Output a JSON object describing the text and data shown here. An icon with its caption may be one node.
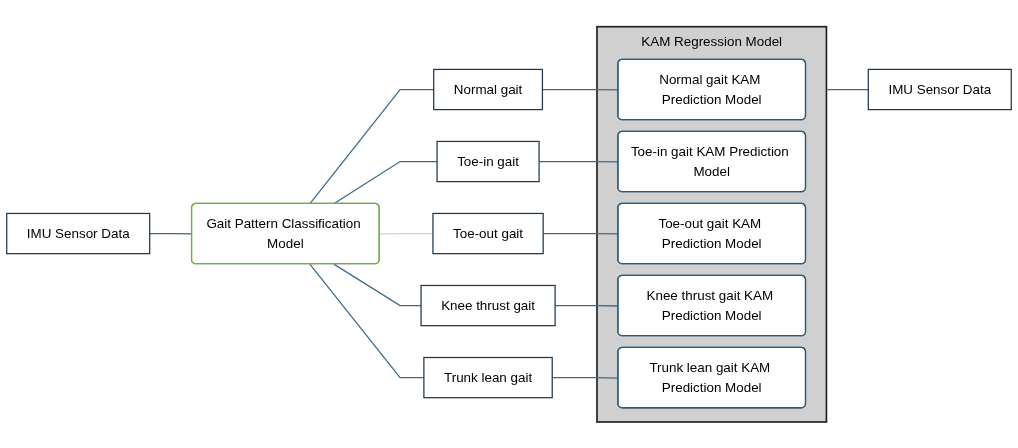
{
  "diagram": {
    "nodes": [
      {
        "text": [
          "IMU Sensor Data"
        ]
      },
      {
        "text": [
          "Gait Pattern Classification Model"
        ]
      },
      {
        "text": [
          "Normal gait"
        ]
      },
      {
        "text": [
          "Toe-in gait"
        ]
      },
      {
        "text": [
          "Toe-out gait"
        ]
      },
      {
        "text": [
          "Knee thrust gait"
        ]
      },
      {
        "text": [
          "Trunk lean gait"
        ]
      },
      {
        "text": [
          "KAM Regression Model"
        ]
      },
      {
        "text": [
          "Normal gait KAM Prediction Model"
        ],
        "in": 7
      },
      {
        "text": [
          "Toe-in gait KAM Prediction Model"
        ],
        "in": 7
      },
      {
        "text": [
          "Toe-out gait KAM Prediction Model"
        ],
        "in": 7
      },
      {
        "text": [
          "Knee thrust gait KAM Prediction Model"
        ],
        "in": 7
      },
      {
        "text": [
          "Trunk lean gait KAM Prediction Model"
        ],
        "in": 7
      },
      {
        "text": [
          "IMU Sensor Data"
        ]
      }
    ],
    "edges": [
      {
        "from": 0,
        "to": 1,
        "arrow": "none"
      },
      {
        "from": 1,
        "to": 2,
        "arrow": "none"
      },
      {
        "from": 1,
        "to": 3,
        "arrow": "none"
      },
      {
        "from": 1,
        "to": 4,
        "arrow": "none",
        "color": "#c5d5e0"
      },
      {
        "from": 1,
        "to": 5,
        "arrow": "none"
      },
      {
        "from": 1,
        "to": 6,
        "arrow": "none"
      },
      {
        "from": 2,
        "to": 8,
        "arrow": "none"
      },
      {
        "from": 3,
        "to": 9,
        "arrow": "none"
      },
      {
        "from": 4,
        "to": 10,
        "arrow": "none"
      },
      {
        "from": 5,
        "to": 11,
        "arrow": "none"
      },
      {
        "from": 6,
        "to": 12,
        "arrow": "none"
      },
      {
        "from": 7,
        "to": 13,
        "arrow": "none"
      }
    ]
  }
}
